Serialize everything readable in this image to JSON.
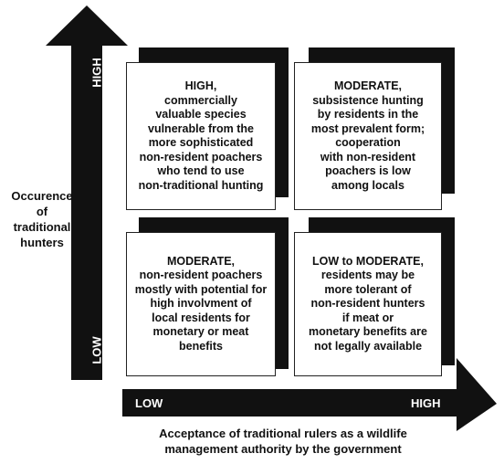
{
  "y_axis": {
    "label": "Occurence\nof\ntraditional\nhunters",
    "high": "HIGH",
    "low": "LOW"
  },
  "x_axis": {
    "label": "Acceptance of traditional rulers as a wildlife\nmanagement authority by the government",
    "low": "LOW",
    "high": "HIGH"
  },
  "quadrants": {
    "top_left": "HIGH,\ncommercially\nvaluable species\nvulnerable from the\nmore sophisticated\nnon-resident poachers\nwho tend to use\nnon-traditional hunting",
    "top_right": "MODERATE,\nsubsistence hunting\nby residents in the\nmost prevalent form;\ncooperation\nwith non-resident\npoachers is low\namong locals",
    "bottom_left": "MODERATE,\nnon-resident poachers\nmostly with potential for\nhigh involvment of\nlocal residents for\nmonetary or meat\nbenefits",
    "bottom_right": "LOW to MODERATE,\nresidents may be\nmore tolerant of\nnon-resident hunters\nif meat or\nmonetary benefits are\nnot legally available"
  },
  "colors": {
    "arrow": "#111111",
    "box_border": "#222222",
    "background": "#ffffff"
  }
}
